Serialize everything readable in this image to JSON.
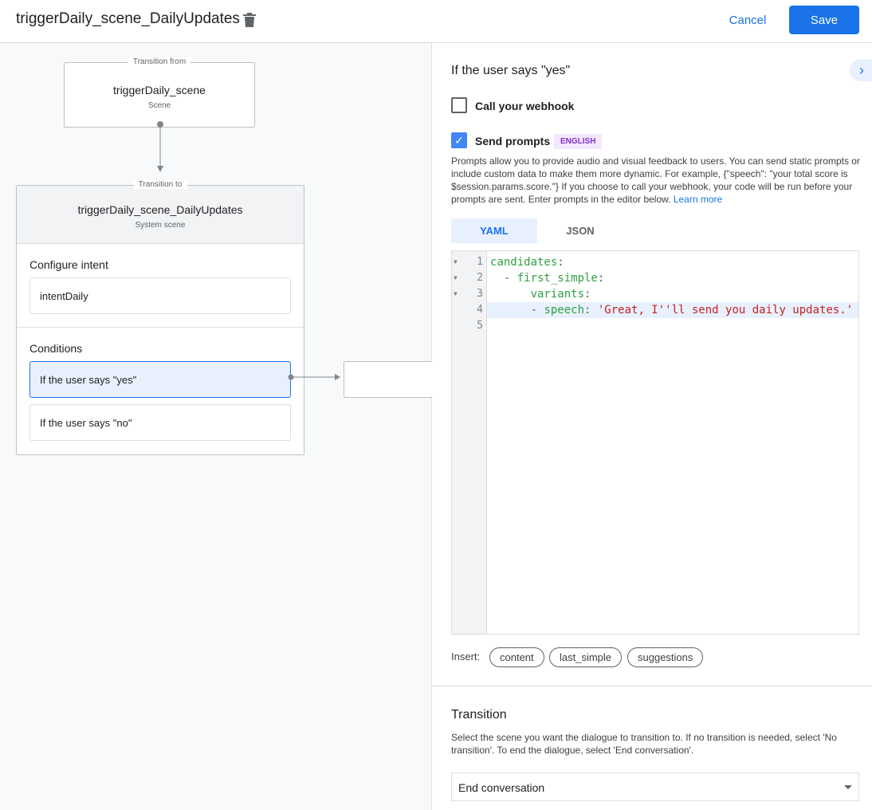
{
  "header": {
    "title": "triggerDaily_scene_DailyUpdates",
    "cancel": "Cancel",
    "save": "Save"
  },
  "canvas": {
    "from": {
      "label": "Transition from",
      "name": "triggerDaily_scene",
      "type": "Scene"
    },
    "to": {
      "label": "Transition to",
      "name": "triggerDaily_scene_DailyUpdates",
      "type": "System scene"
    },
    "intent_heading": "Configure intent",
    "intent": "intentDaily",
    "conditions_heading": "Conditions",
    "conditions": [
      "If the user says \"yes\"",
      "If the user says \"no\""
    ]
  },
  "panel": {
    "title": "If the user says \"yes\"",
    "webhook": {
      "label": "Call your webhook",
      "checked": false
    },
    "prompts": {
      "label": "Send prompts",
      "checked": true,
      "badge": "ENGLISH"
    },
    "description": "Prompts allow you to provide audio and visual feedback to users. You can send static prompts or include custom data to make them more dynamic. For example, {\"speech\": \"your total score is $session.params.score.\"} If you choose to call your webhook, your code will be run before your prompts are sent. Enter prompts in the editor below.",
    "learn_more": "Learn more",
    "tabs": [
      "YAML",
      "JSON"
    ],
    "active_tab": "YAML",
    "code_lines": [
      "1",
      "2",
      "3",
      "4",
      "5"
    ],
    "code": {
      "l1k": "candidates",
      "l2d": "  - ",
      "l2k": "first_simple",
      "l3k": "variants",
      "l4d": "      - ",
      "l4k": "speech",
      "l4s": "'Great, I''ll send you daily updates.'"
    },
    "insert_label": "Insert:",
    "insert_chips": [
      "content",
      "last_simple",
      "suggestions"
    ],
    "transition": {
      "title": "Transition",
      "description": "Select the scene you want the dialogue to transition to. If no transition is needed, select 'No transition'. To end the dialogue, select 'End conversation'.",
      "value": "End conversation"
    }
  },
  "colors": {
    "accent": "#1a73e8",
    "badge": "#8430ce",
    "yaml_key": "#2ea043",
    "yaml_string": "#c5221f"
  }
}
